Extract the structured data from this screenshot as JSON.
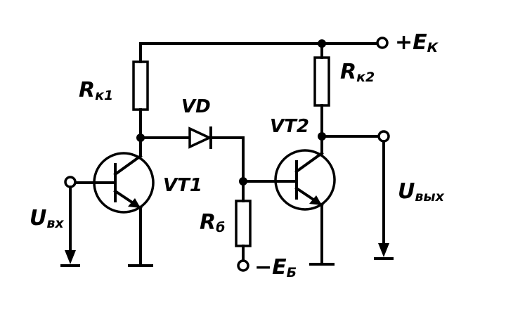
{
  "labels": {
    "rk1_main": "R",
    "rk1_sub": "к1",
    "rk2_main": "R",
    "rk2_sub": "к2",
    "vd": "VD",
    "vt1": "VT1",
    "vt2": "VT2",
    "rb_main": "R",
    "rb_sub": "б",
    "ek_main": "+E",
    "ek_sub": "К",
    "eb_main": "−E",
    "eb_sub": "Б",
    "uin_main": "U",
    "uin_sub": "вх",
    "uout_main": "U",
    "uout_sub": "вых"
  }
}
